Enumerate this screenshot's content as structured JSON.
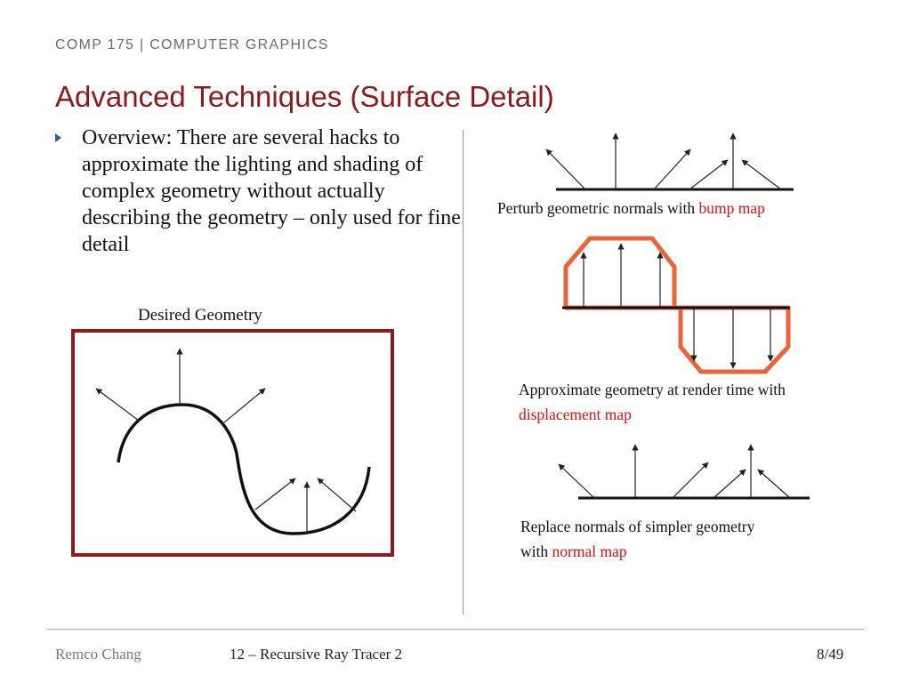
{
  "header": {
    "course": "COMP 175 | COMPUTER GRAPHICS",
    "title": "Advanced Techniques (Surface Detail)"
  },
  "bullet": {
    "text": "Overview:  There are several hacks to approximate the lighting and shading of complex geometry without actually describing the geometry – only used for fine detail"
  },
  "figures": {
    "desired_label": "Desired Geometry",
    "bump": {
      "text": "Perturb geometric normals with ",
      "highlight": "bump map"
    },
    "displacement": {
      "line1": "Approximate geometry at render time with",
      "highlight": "displacement map"
    },
    "normal": {
      "line1": "Replace normals of simpler geometry",
      "line2_prefix": "with ",
      "highlight": "normal map"
    }
  },
  "footer": {
    "author": "Remco Chang",
    "lecture": "12 – Recursive Ray Tracer 2",
    "page": "8/49"
  },
  "colors": {
    "title": "#8b1a1a",
    "highlight": "#e01010",
    "frame": "#8b1a1a",
    "outline": "#e8643a"
  }
}
